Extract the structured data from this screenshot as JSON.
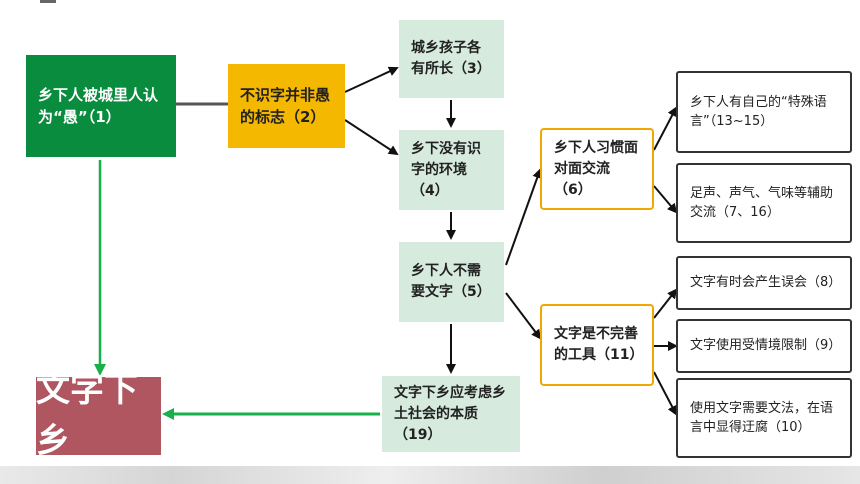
{
  "diagram": {
    "nodes": {
      "n1": "乡下人被城里人认为“愚”（1）",
      "n2": "不识字并非愚的标志（2）",
      "n3": "城乡孩子各有所长（3）",
      "n4": "乡下没有识字的环境（4）",
      "n5": "乡下人不需要文字（5）",
      "n6": "乡下人习惯面对面交流（6）",
      "n11": "文字是不完善的工具（11）",
      "n19": "文字下乡应考虑乡土社会的本质（19）",
      "title": "文字下乡",
      "r1": "乡下人有自己的“特殊语言”（13~15）",
      "r2": "足声、声气、气味等辅助交流（7、16）",
      "r3": "文字有时会产生误会（8）",
      "r4": "文字使用受情境限制（9）",
      "r5": "使用文字需要文法，在语言中显得迂腐（10）"
    }
  },
  "colors": {
    "green": "#0a8c3e",
    "orange": "#f5b800",
    "pale_green": "#d6ebde",
    "outline_orange": "#f0a800",
    "maroon": "#b05661",
    "arrow_dark": "#111111",
    "arrow_green": "#17b04a"
  }
}
